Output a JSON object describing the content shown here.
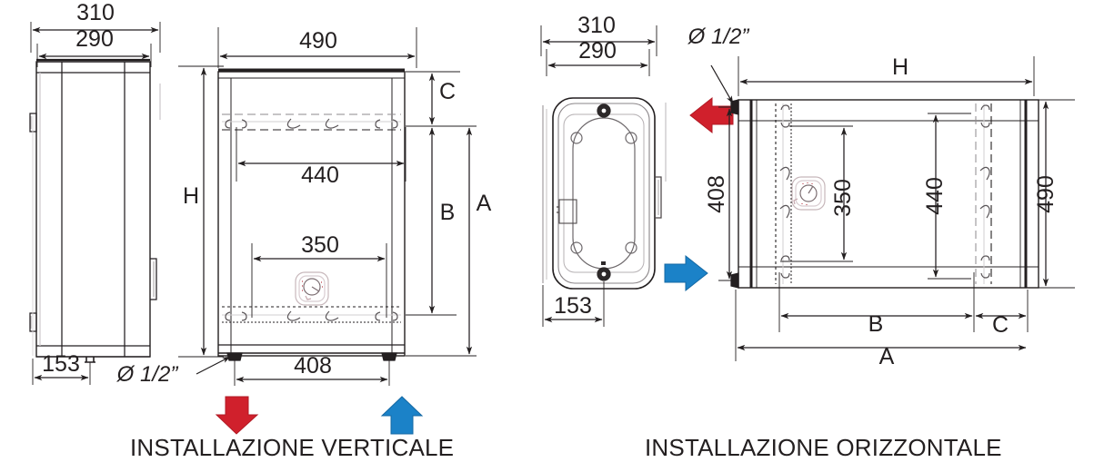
{
  "figure": {
    "type": "technical-dimension-drawing",
    "subject": "water heater / boiler installation dimensions",
    "units": "mm",
    "line_color": "#231f20",
    "accent_red": "#d0202c",
    "accent_blue": "#1b82c8",
    "ghost_color": "#b9b4b8"
  },
  "captions": {
    "vertical": "INSTALLAZIONE VERTICALE",
    "horizontal": "INSTALLAZIONE ORIZZONTALE"
  },
  "views": {
    "vertical_side": {
      "name": "vertical side view",
      "dims": [
        {
          "id": "v-310",
          "label": "310",
          "orientation": "horizontal"
        },
        {
          "id": "v-290",
          "label": "290",
          "orientation": "horizontal"
        },
        {
          "id": "v-153",
          "label": "153",
          "orientation": "horizontal"
        }
      ]
    },
    "vertical_front": {
      "name": "vertical front view",
      "dims": [
        {
          "id": "vf-490",
          "label": "490",
          "orientation": "horizontal"
        },
        {
          "id": "vf-440",
          "label": "440",
          "orientation": "horizontal"
        },
        {
          "id": "vf-350",
          "label": "350",
          "orientation": "horizontal"
        },
        {
          "id": "vf-408",
          "label": "408",
          "orientation": "horizontal"
        },
        {
          "id": "vf-H",
          "label": "H",
          "orientation": "vertical"
        },
        {
          "id": "vf-A",
          "label": "A",
          "orientation": "vertical"
        },
        {
          "id": "vf-B",
          "label": "B",
          "orientation": "vertical"
        },
        {
          "id": "vf-C",
          "label": "C",
          "orientation": "vertical"
        }
      ],
      "annotations": [
        {
          "id": "vf-dia",
          "label": "Ø 1/2”",
          "style": "italic"
        }
      ],
      "flow_arrows": [
        {
          "id": "cold-inlet",
          "color": "#d0202c",
          "direction": "down"
        },
        {
          "id": "hot-outlet",
          "color": "#1b82c8",
          "direction": "up"
        }
      ]
    },
    "horizontal_end": {
      "name": "horizontal end view",
      "dims": [
        {
          "id": "he-310",
          "label": "310",
          "orientation": "horizontal"
        },
        {
          "id": "he-290",
          "label": "290",
          "orientation": "horizontal"
        },
        {
          "id": "he-153",
          "label": "153",
          "orientation": "horizontal"
        }
      ]
    },
    "horizontal_front": {
      "name": "horizontal front view",
      "dims": [
        {
          "id": "hf-H",
          "label": "H",
          "orientation": "horizontal"
        },
        {
          "id": "hf-A",
          "label": "A",
          "orientation": "horizontal"
        },
        {
          "id": "hf-B",
          "label": "B",
          "orientation": "horizontal"
        },
        {
          "id": "hf-C",
          "label": "C",
          "orientation": "horizontal"
        },
        {
          "id": "hf-408",
          "label": "408",
          "orientation": "vertical"
        },
        {
          "id": "hf-350",
          "label": "350",
          "orientation": "vertical"
        },
        {
          "id": "hf-440",
          "label": "440",
          "orientation": "vertical"
        },
        {
          "id": "hf-490",
          "label": "490",
          "orientation": "vertical"
        }
      ],
      "annotations": [
        {
          "id": "hf-dia",
          "label": "Ø 1/2”",
          "style": "italic"
        }
      ],
      "flow_arrows": [
        {
          "id": "cold-inlet",
          "color": "#d0202c",
          "direction": "left"
        },
        {
          "id": "hot-outlet",
          "color": "#1b82c8",
          "direction": "right"
        }
      ]
    }
  }
}
